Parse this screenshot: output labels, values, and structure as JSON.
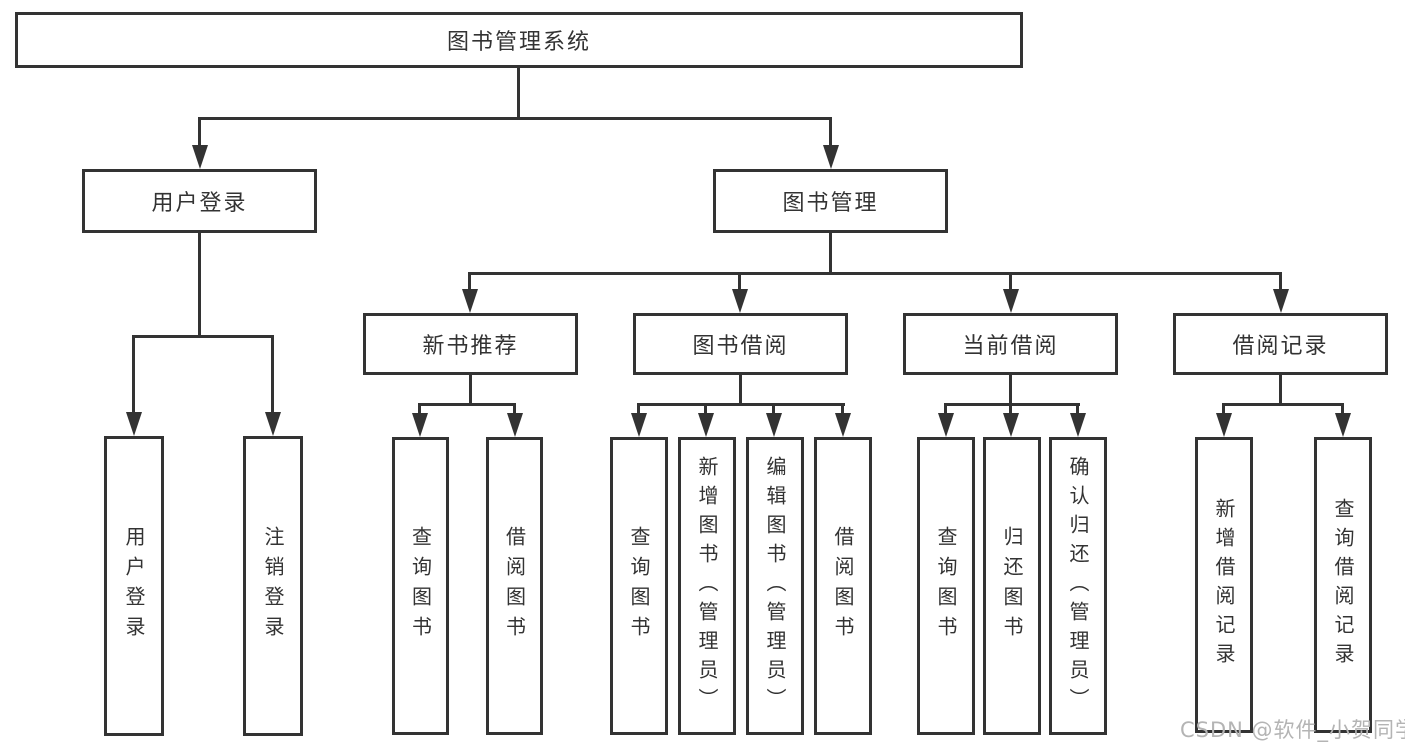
{
  "diagram": {
    "title": "图书管理系统",
    "tree": {
      "root": {
        "label": "图书管理系统",
        "children": [
          {
            "label": "用户登录",
            "children": [
              {
                "label": "用户登录"
              },
              {
                "label": "注销登录"
              }
            ]
          },
          {
            "label": "图书管理",
            "children": [
              {
                "label": "新书推荐",
                "children": [
                  {
                    "label": "查询图书"
                  },
                  {
                    "label": "借阅图书"
                  }
                ]
              },
              {
                "label": "图书借阅",
                "children": [
                  {
                    "label": "查询图书"
                  },
                  {
                    "label": "新增图书（管理员）"
                  },
                  {
                    "label": "编辑图书（管理员）"
                  },
                  {
                    "label": "借阅图书"
                  }
                ]
              },
              {
                "label": "当前借阅",
                "children": [
                  {
                    "label": "查询图书"
                  },
                  {
                    "label": "归还图书"
                  },
                  {
                    "label": "确认归还（管理员）"
                  }
                ]
              },
              {
                "label": "借阅记录",
                "children": [
                  {
                    "label": "新增借阅记录"
                  },
                  {
                    "label": "查询借阅记录"
                  }
                ]
              }
            ]
          }
        ]
      }
    },
    "colors": {
      "line": "#333333",
      "text": "#333333",
      "background": "#ffffff",
      "watermark": "#b4b4b4"
    },
    "watermark": {
      "text": "CSDN @软件_小贺同学"
    }
  }
}
